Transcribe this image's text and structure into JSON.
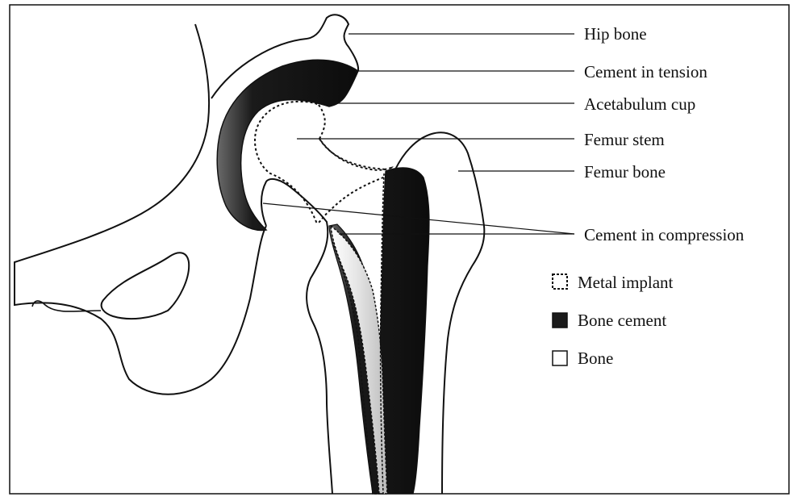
{
  "labels": {
    "hip_bone": "Hip bone",
    "cement_tension": "Cement  in tension",
    "acetabulum_cup": "Acetabulum cup",
    "femur_stem": "Femur stem",
    "femur_bone": "Femur bone",
    "cement_compression": "Cement in compression"
  },
  "legend": {
    "metal_implant": "Metal implant",
    "bone_cement": "Bone cement",
    "bone": "Bone"
  },
  "colors": {
    "line": "#111111",
    "cement": "#151515",
    "background": "#ffffff"
  }
}
